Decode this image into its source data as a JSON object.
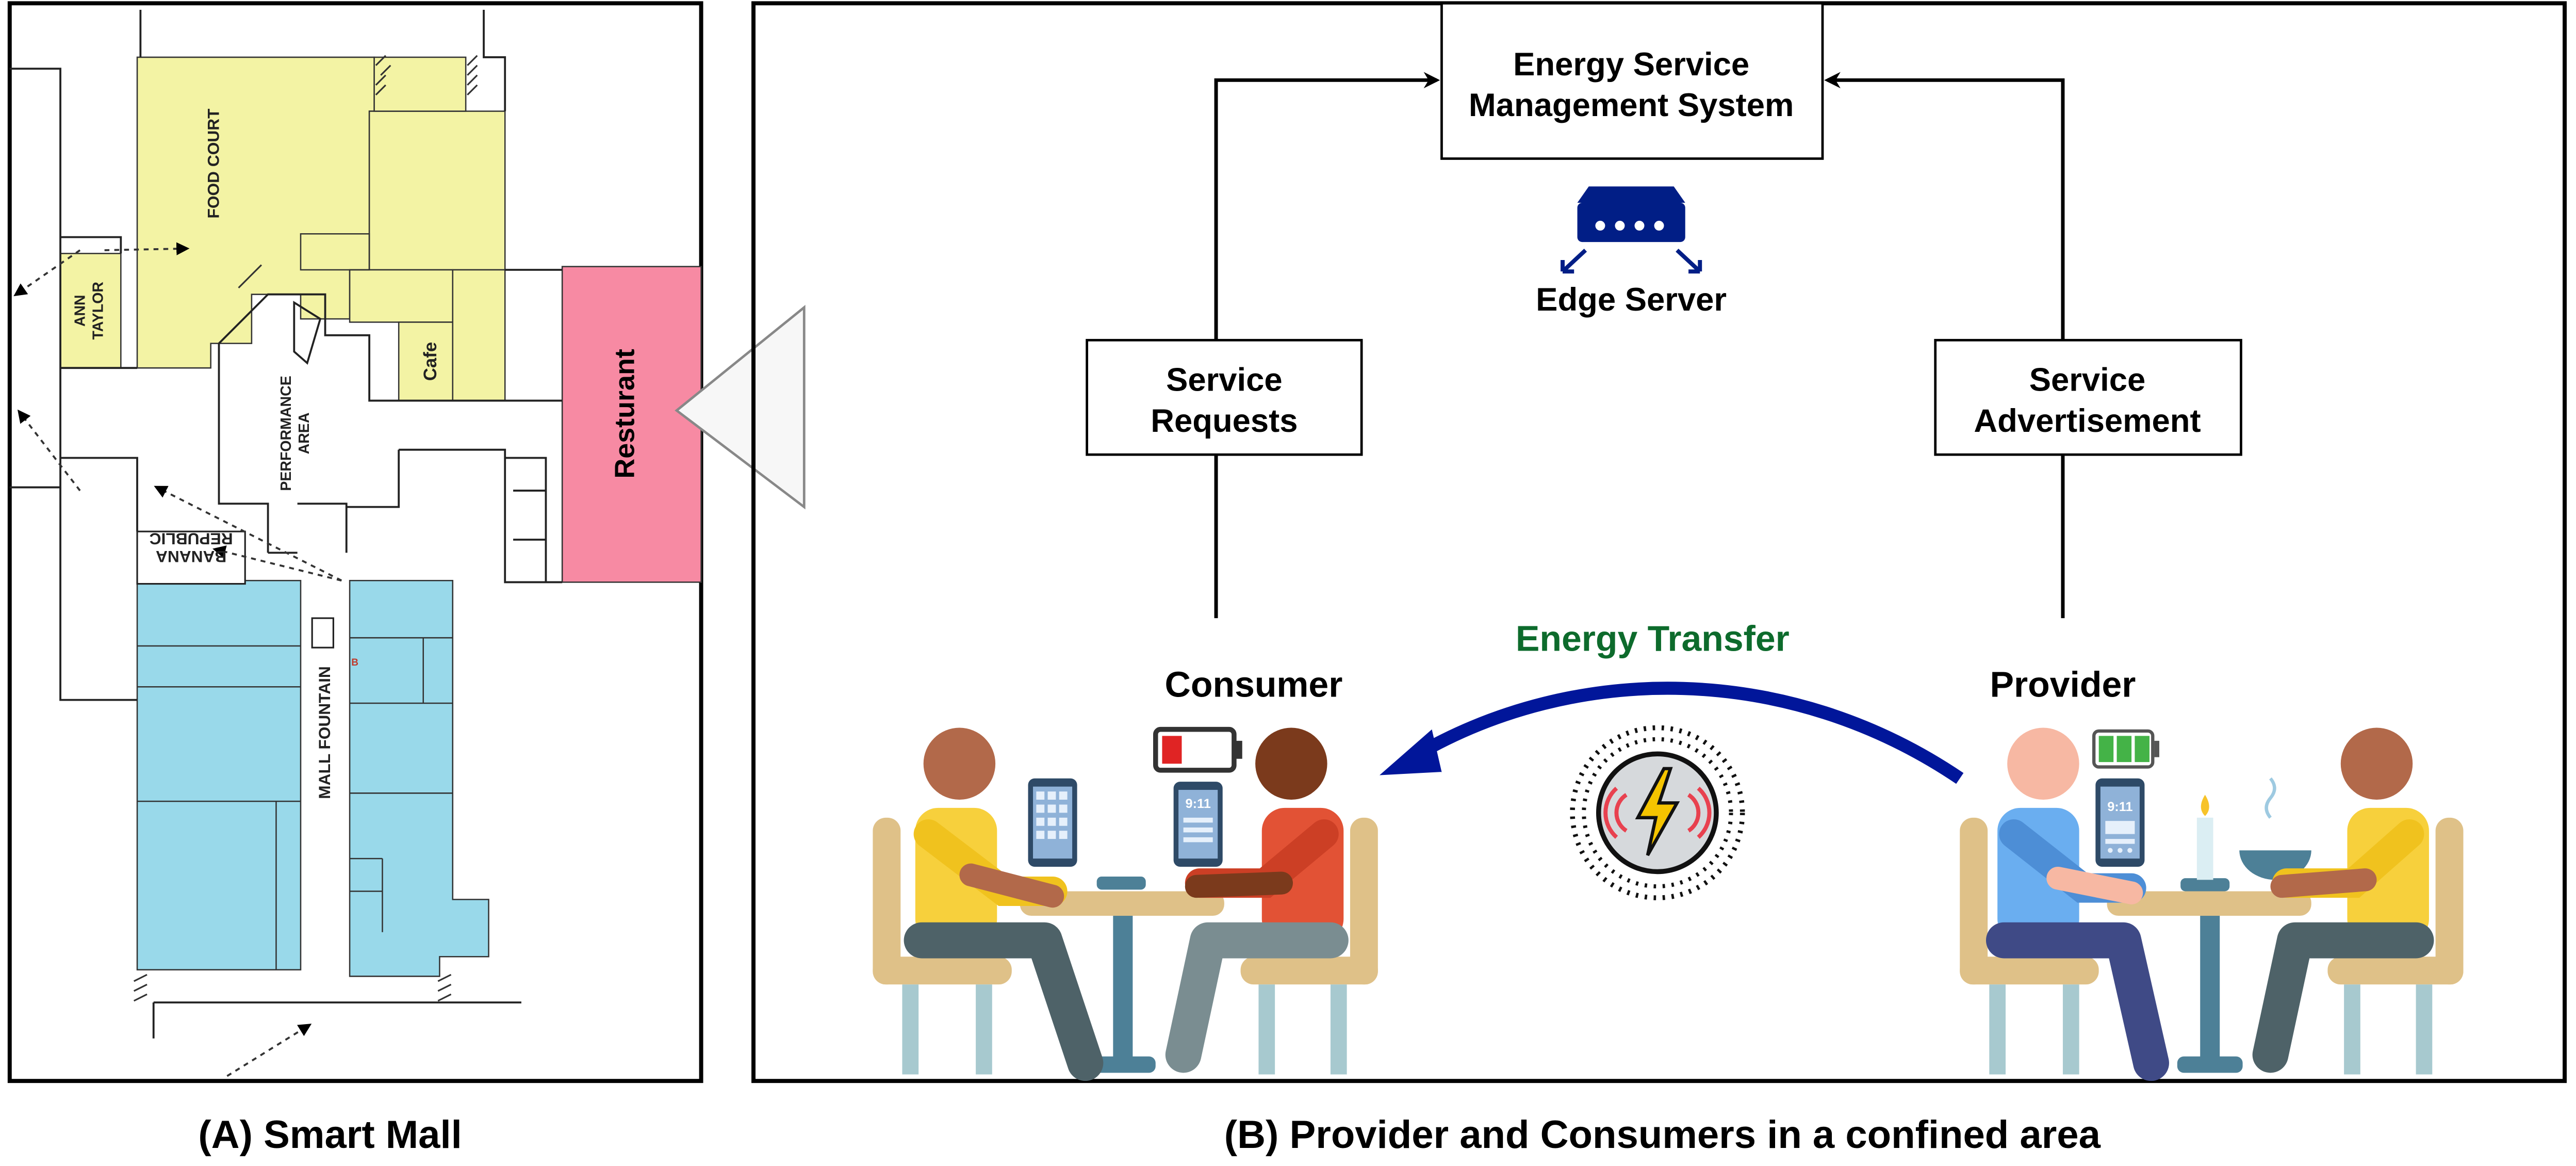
{
  "colors": {
    "yellow_zone": "#f3f3a4",
    "blue_zone": "#99d9ea",
    "restaurant": "#f78aa3",
    "energy_arrow": "#01169a",
    "energy_label": "#0d6b2c",
    "server": "#011e86"
  },
  "panel_a": {
    "caption": "(A) Smart Mall",
    "labels": {
      "food_court": "FOOD COURT",
      "ann_taylor": [
        "ANN",
        "TAYLOR"
      ],
      "cafe": "Cafe",
      "performance_area": [
        "PERFORMANCE",
        "AREA"
      ],
      "banana_republic": [
        "BANANA",
        "REPUBLIC"
      ],
      "mall_fountain": "MALL FOUNTAIN",
      "restaurant": "Resturant",
      "small_mark": "B"
    }
  },
  "panel_b": {
    "caption": "(B) Provider and Consumers in a confined area",
    "esms": [
      "Energy Service",
      "Management System"
    ],
    "edge_server": "Edge Server",
    "service_requests": [
      "Service",
      "Requests"
    ],
    "service_advertisement": [
      "Service",
      "Advertisement"
    ],
    "energy_transfer": "Energy Transfer",
    "consumer": "Consumer",
    "provider": "Provider",
    "phone_time": "9:11",
    "consumer_battery_level": 0.3,
    "provider_battery_level": 1.0
  },
  "icons": [
    "edge-server-icon",
    "wireless-charging-icon",
    "battery-low-icon",
    "battery-full-icon",
    "smartphone-icon",
    "person-icon",
    "table-icon",
    "chair-icon",
    "candle-icon",
    "bowl-icon"
  ]
}
